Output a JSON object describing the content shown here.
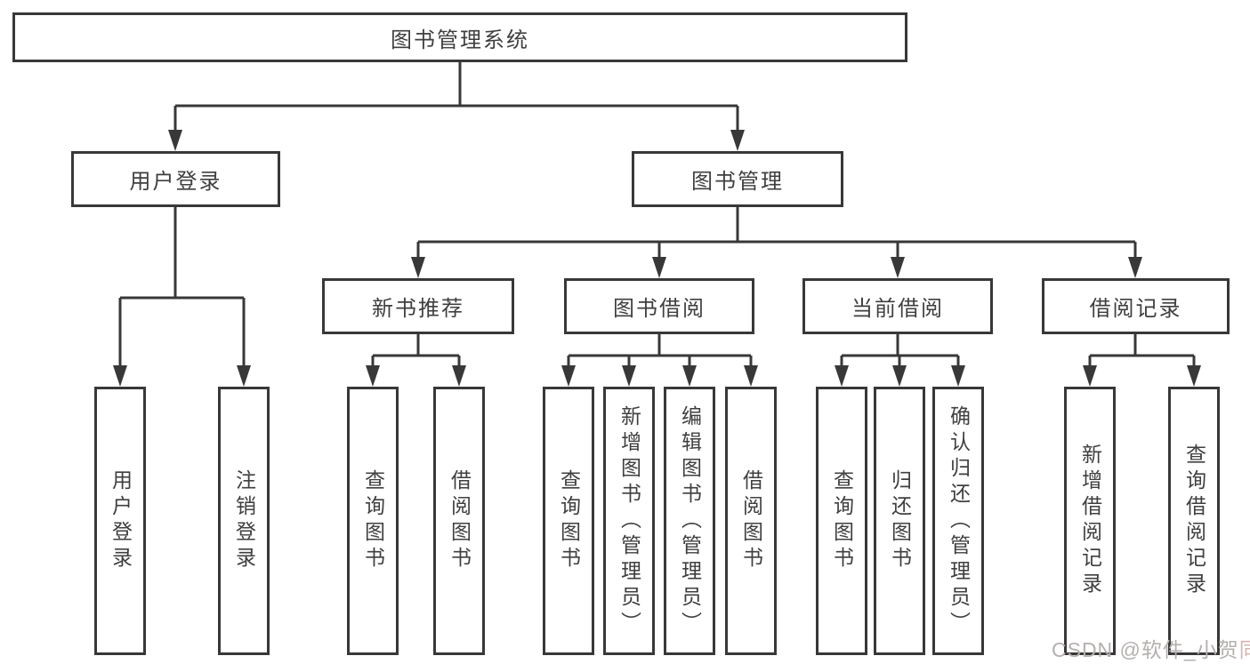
{
  "tree": {
    "root": {
      "label": "图书管理系统",
      "children": [
        {
          "label": "用户登录",
          "children": [
            {
              "label": "用户登录"
            },
            {
              "label": "注销登录"
            }
          ]
        },
        {
          "label": "图书管理",
          "children": [
            {
              "label": "新书推荐",
              "children": [
                {
                  "label": "查询图书"
                },
                {
                  "label": "借阅图书"
                }
              ]
            },
            {
              "label": "图书借阅",
              "children": [
                {
                  "label": "查询图书"
                },
                {
                  "label": "新增图书（管理员）"
                },
                {
                  "label": "编辑图书（管理员）"
                },
                {
                  "label": "借阅图书"
                }
              ]
            },
            {
              "label": "当前借阅",
              "children": [
                {
                  "label": "查询图书"
                },
                {
                  "label": "归还图书"
                },
                {
                  "label": "确认归还（管理员）"
                }
              ]
            },
            {
              "label": "借阅记录",
              "children": [
                {
                  "label": "新增借阅记录"
                },
                {
                  "label": "查询借阅记录"
                }
              ]
            }
          ]
        }
      ]
    }
  },
  "watermark": {
    "main": "CSDN @软件_小贺",
    "accent": "同学"
  },
  "colors": {
    "line": "#383838",
    "box_border": "#383838",
    "text": "#3f3f3f",
    "background": "#ffffff",
    "watermark_gray": "#b5afae",
    "watermark_accent": "#d5b4af"
  }
}
